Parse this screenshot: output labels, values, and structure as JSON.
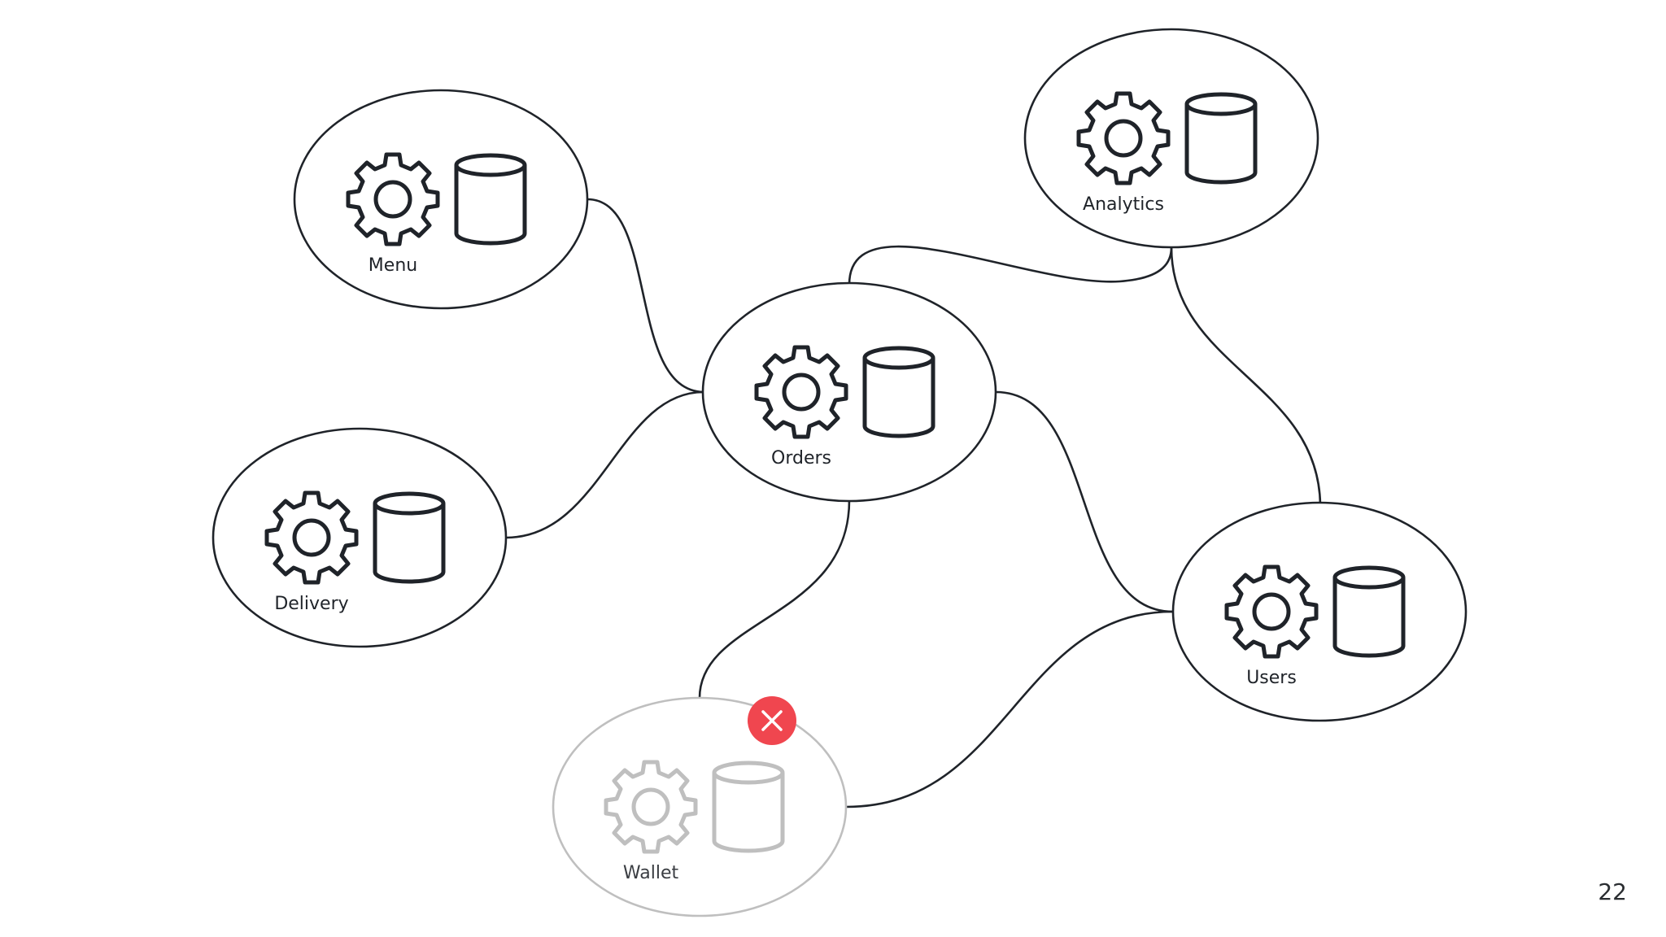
{
  "slide": {
    "page_number": "22"
  },
  "colors": {
    "stroke": "#1f2329",
    "failed_stroke": "#bfbfbf",
    "error_badge": "#f0464f",
    "background": "#ffffff"
  },
  "services": [
    {
      "id": "menu",
      "label": "Menu",
      "status": "active",
      "icons": [
        "gear-icon",
        "database-icon"
      ]
    },
    {
      "id": "analytics",
      "label": "Analytics",
      "status": "active",
      "icons": [
        "gear-icon",
        "database-icon"
      ]
    },
    {
      "id": "orders",
      "label": "Orders",
      "status": "active",
      "icons": [
        "gear-icon",
        "database-icon"
      ]
    },
    {
      "id": "delivery",
      "label": "Delivery",
      "status": "active",
      "icons": [
        "gear-icon",
        "database-icon"
      ]
    },
    {
      "id": "users",
      "label": "Users",
      "status": "active",
      "icons": [
        "gear-icon",
        "database-icon"
      ]
    },
    {
      "id": "wallet",
      "label": "Wallet",
      "status": "failed",
      "icons": [
        "gear-icon",
        "database-icon",
        "close-icon"
      ]
    }
  ],
  "connections": [
    {
      "from": "menu",
      "to": "orders"
    },
    {
      "from": "delivery",
      "to": "orders"
    },
    {
      "from": "orders",
      "to": "analytics"
    },
    {
      "from": "analytics",
      "to": "users"
    },
    {
      "from": "orders",
      "to": "users"
    },
    {
      "from": "orders",
      "to": "wallet"
    },
    {
      "from": "wallet",
      "to": "users"
    }
  ]
}
